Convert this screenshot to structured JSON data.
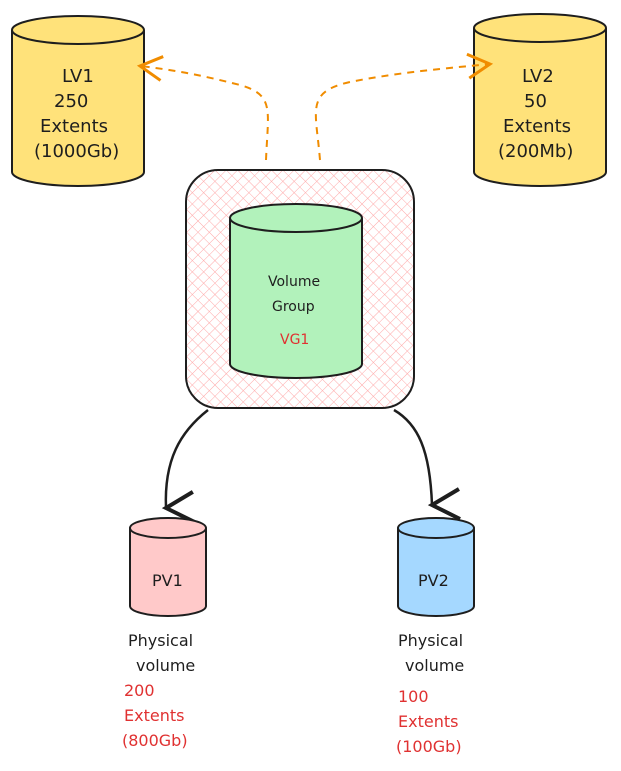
{
  "lv1": {
    "name": "LV1",
    "extents": "250",
    "unit": "Extents",
    "size": "(1000Gb)"
  },
  "lv2": {
    "name": "LV2",
    "extents": "50",
    "unit": "Extents",
    "size": "(200Mb)"
  },
  "vg": {
    "line1": "Volume",
    "line2": "Group",
    "name": "VG1"
  },
  "pv1": {
    "name": "PV1",
    "desc1": "Physical",
    "desc2": "volume",
    "extents": "200",
    "unit": "Extents",
    "size": "(800Gb)"
  },
  "pv2": {
    "name": "PV2",
    "desc1": "Physical",
    "desc2": "volume",
    "extents": "100",
    "unit": "Extents",
    "size": "(100Gb)"
  },
  "colors": {
    "lv_fill": "#ffe27a",
    "vg_fill": "#b2f2bb",
    "vg_box_hatch": "#ffc9c9",
    "pv1_fill": "#ffc9c9",
    "pv2_fill": "#a5d8ff",
    "arrow_dashed": "#f08c00",
    "accent_red": "#e03131",
    "stroke": "#1e1e1e"
  }
}
